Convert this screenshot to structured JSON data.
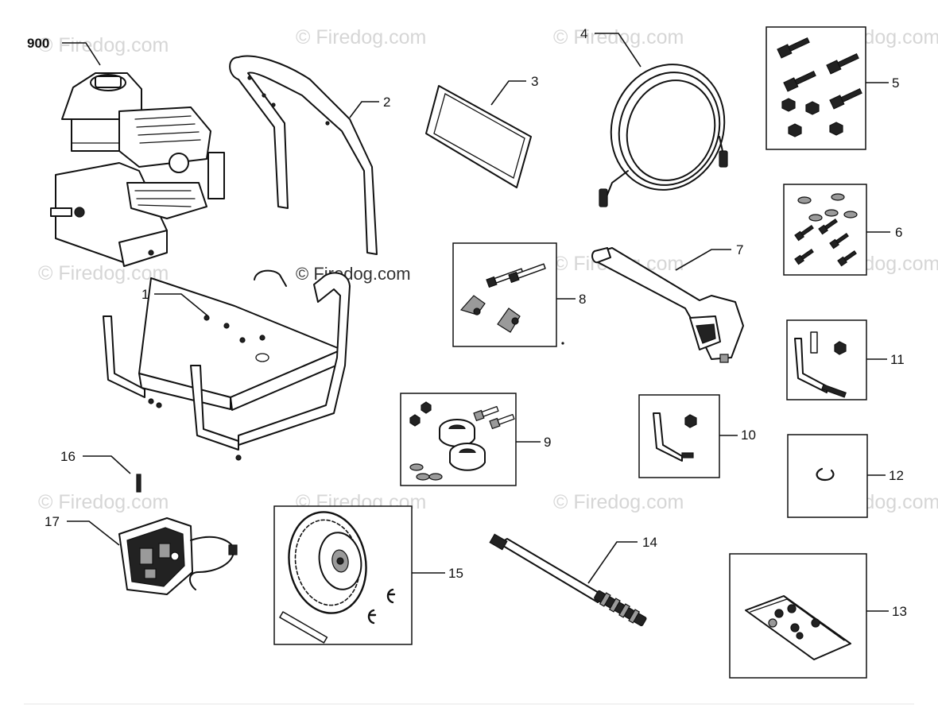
{
  "watermark": "© Firedog.com",
  "credit": "© Firedog.com",
  "callouts": [
    {
      "id": "900",
      "text": "900"
    },
    {
      "id": "1",
      "text": "1"
    },
    {
      "id": "2",
      "text": "2"
    },
    {
      "id": "3",
      "text": "3"
    },
    {
      "id": "4",
      "text": "4"
    },
    {
      "id": "5",
      "text": "5"
    },
    {
      "id": "6",
      "text": "6"
    },
    {
      "id": "7",
      "text": "7"
    },
    {
      "id": "8",
      "text": "8"
    },
    {
      "id": "9",
      "text": "9"
    },
    {
      "id": "10",
      "text": "10"
    },
    {
      "id": "11",
      "text": "11"
    },
    {
      "id": "12",
      "text": "12"
    },
    {
      "id": "13",
      "text": "13"
    },
    {
      "id": "14",
      "text": "14"
    },
    {
      "id": "15",
      "text": "15"
    },
    {
      "id": "16",
      "text": "16"
    },
    {
      "id": "17",
      "text": "17"
    }
  ]
}
